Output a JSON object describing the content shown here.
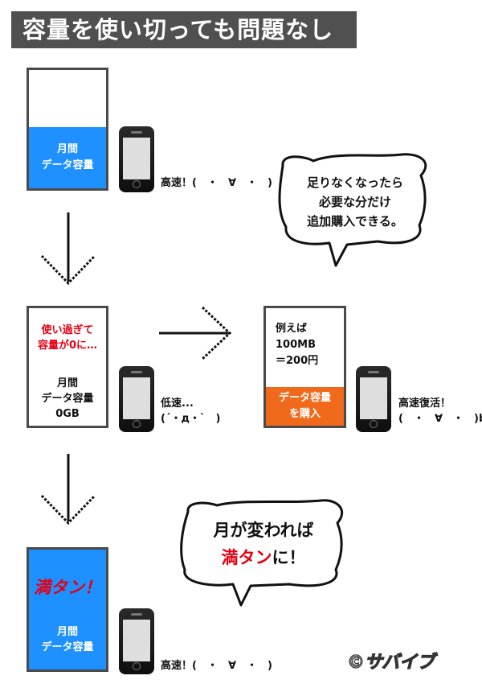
{
  "title": "容量を使い切っても問題なし",
  "stage1": {
    "box_label_line1": "月間",
    "box_label_line2": "データ容量",
    "speed": "高速！(　・　∀　・　)"
  },
  "bubble1": {
    "line1": "足りなくなったら",
    "line2": "必要な分だけ",
    "line3": "追加購入できる。"
  },
  "stage2": {
    "warning_line1": "使い過ぎて",
    "warning_line2": "容量が0に…",
    "box_label_line1": "月間",
    "box_label_line2": "データ容量",
    "box_label_line3": "0GB",
    "speed_line1": "低速...",
    "speed_line2": "(´・д・`　)"
  },
  "stage3": {
    "example_line1": "例えば",
    "example_line2": "100MB",
    "example_line3": "＝200円",
    "buy_line1": "データ容量",
    "buy_line2": "を購入",
    "speed_line1": "高速復活！",
    "speed_line2": "(　・　∀　・　)b"
  },
  "bubble2": {
    "line1": "月が変われば",
    "line2_red": "満タン",
    "line2_rest": "に！"
  },
  "stage4": {
    "full_label": "満タン！",
    "box_label_line1": "月間",
    "box_label_line2": "データ容量",
    "speed": "高速！(　・　∀　・　)"
  },
  "watermark": "©サバイブ",
  "colors": {
    "title_bg": "#505050",
    "data_blue": "#1e90ff",
    "buy_orange": "#f06a1c",
    "warning_red": "#e60012"
  }
}
